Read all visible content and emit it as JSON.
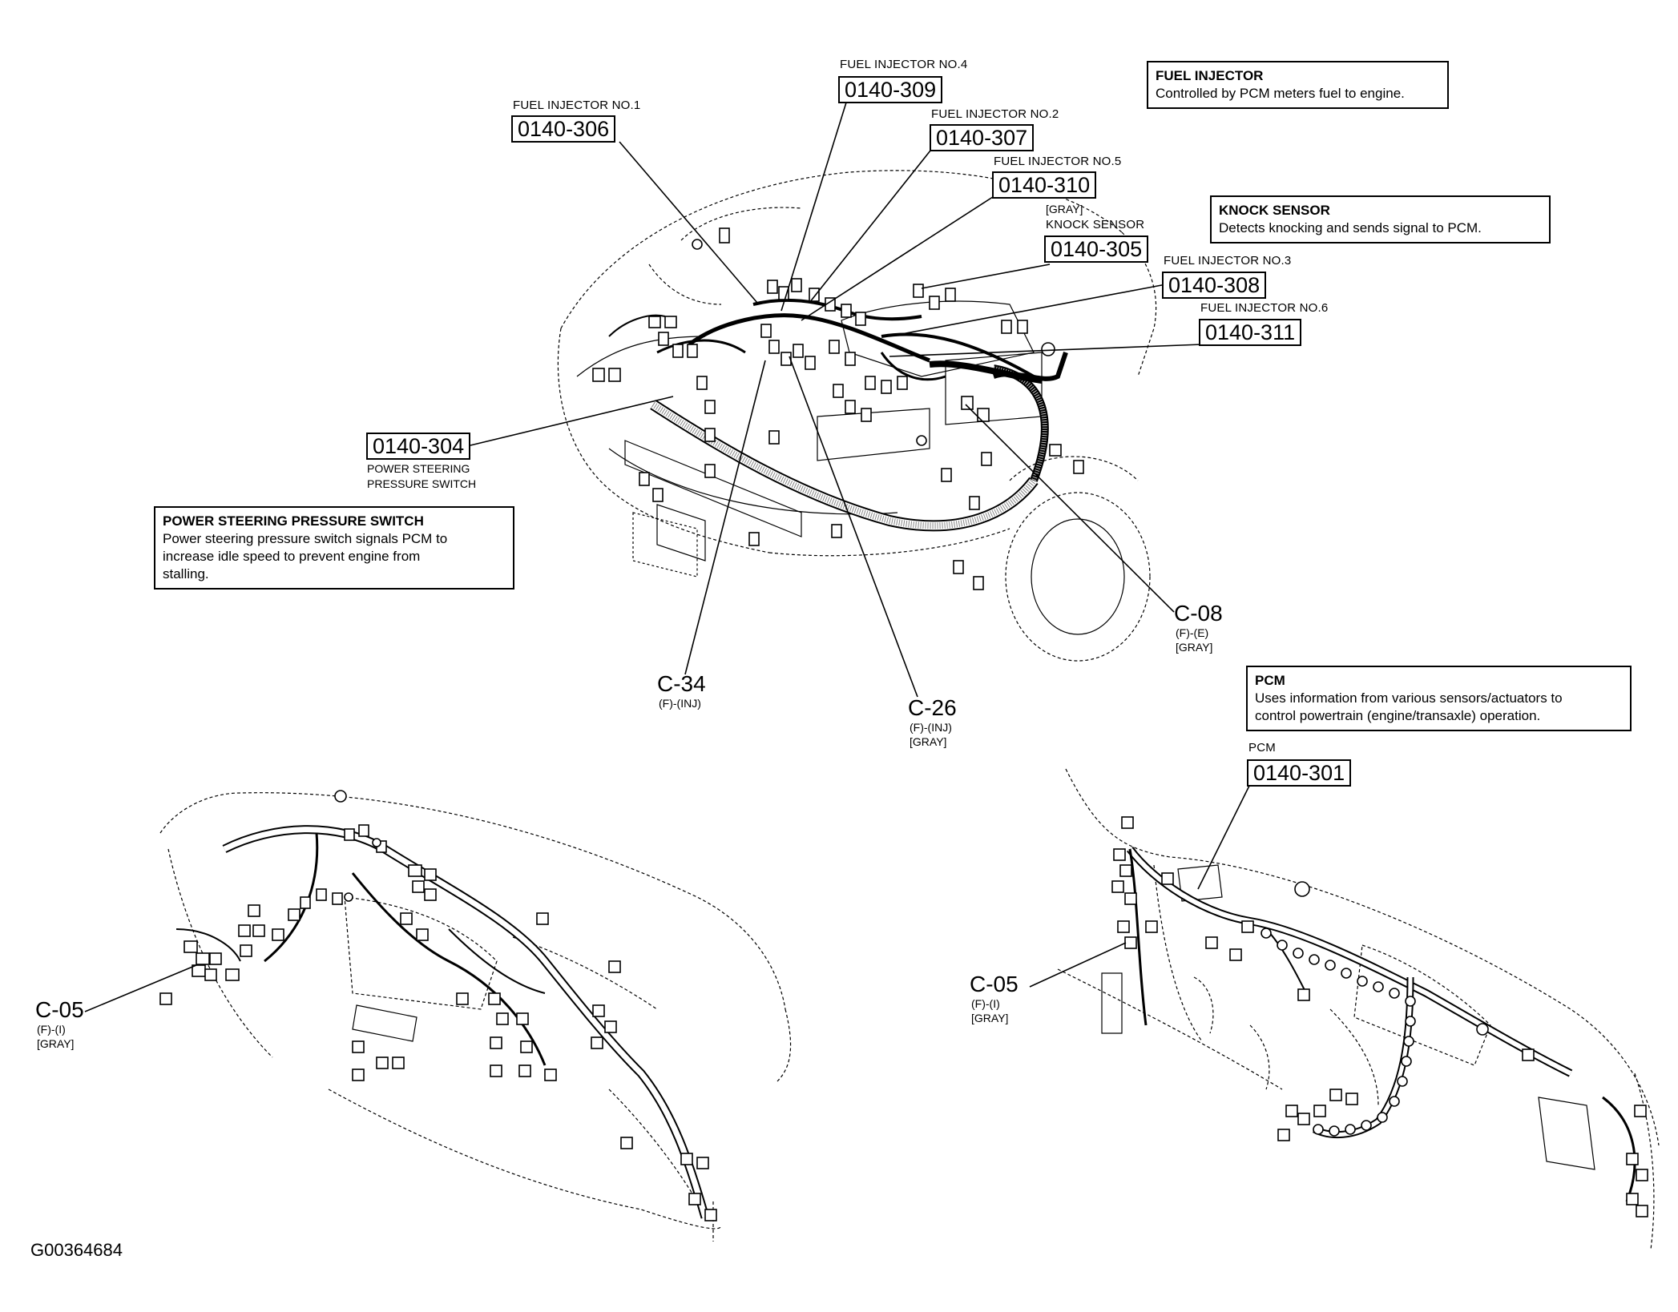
{
  "figure_id": "G00364684",
  "info_boxes": {
    "fuel_injector": {
      "title": "FUEL INJECTOR",
      "desc": "Controlled by PCM meters fuel to engine."
    },
    "knock_sensor": {
      "title": "KNOCK SENSOR",
      "desc": "Detects knocking and sends signal to PCM."
    },
    "power_steering": {
      "title": "POWER STEERING PRESSURE SWITCH",
      "desc": "Power steering pressure switch signals PCM to\nincrease idle speed to prevent engine from\nstalling."
    },
    "pcm": {
      "title": "PCM",
      "desc": "Uses information from various sensors/actuators to\ncontrol powertrain (engine/transaxle) operation."
    }
  },
  "components": {
    "inj4": {
      "name": "FUEL INJECTOR NO.4",
      "code": "0140-309"
    },
    "inj1": {
      "name": "FUEL INJECTOR NO.1",
      "code": "0140-306"
    },
    "inj2": {
      "name": "FUEL INJECTOR NO.2",
      "code": "0140-307"
    },
    "inj5": {
      "name": "FUEL INJECTOR NO.5",
      "code": "0140-310"
    },
    "knock": {
      "color": "[GRAY]",
      "name": "KNOCK SENSOR",
      "code": "0140-305"
    },
    "inj3": {
      "name": "FUEL INJECTOR NO.3",
      "code": "0140-308"
    },
    "inj6": {
      "name": "FUEL INJECTOR NO.6",
      "code": "0140-311"
    },
    "ps": {
      "code": "0140-304",
      "name_line1": "POWER STEERING",
      "name_line2": "PRESSURE SWITCH"
    },
    "pcm": {
      "name": "PCM",
      "code": "0140-301"
    }
  },
  "connectors": {
    "c08": {
      "id": "C-08",
      "line1": "(F)-(E)",
      "line2": "[GRAY]"
    },
    "c34": {
      "id": "C-34",
      "line1": "(F)-(INJ)",
      "line2": ""
    },
    "c26": {
      "id": "C-26",
      "line1": "(F)-(INJ)",
      "line2": "[GRAY]"
    },
    "c05_left": {
      "id": "C-05",
      "line1": "(F)-(I)",
      "line2": "[GRAY]"
    },
    "c05_right": {
      "id": "C-05",
      "line1": "(F)-(I)",
      "line2": "[GRAY]"
    }
  }
}
